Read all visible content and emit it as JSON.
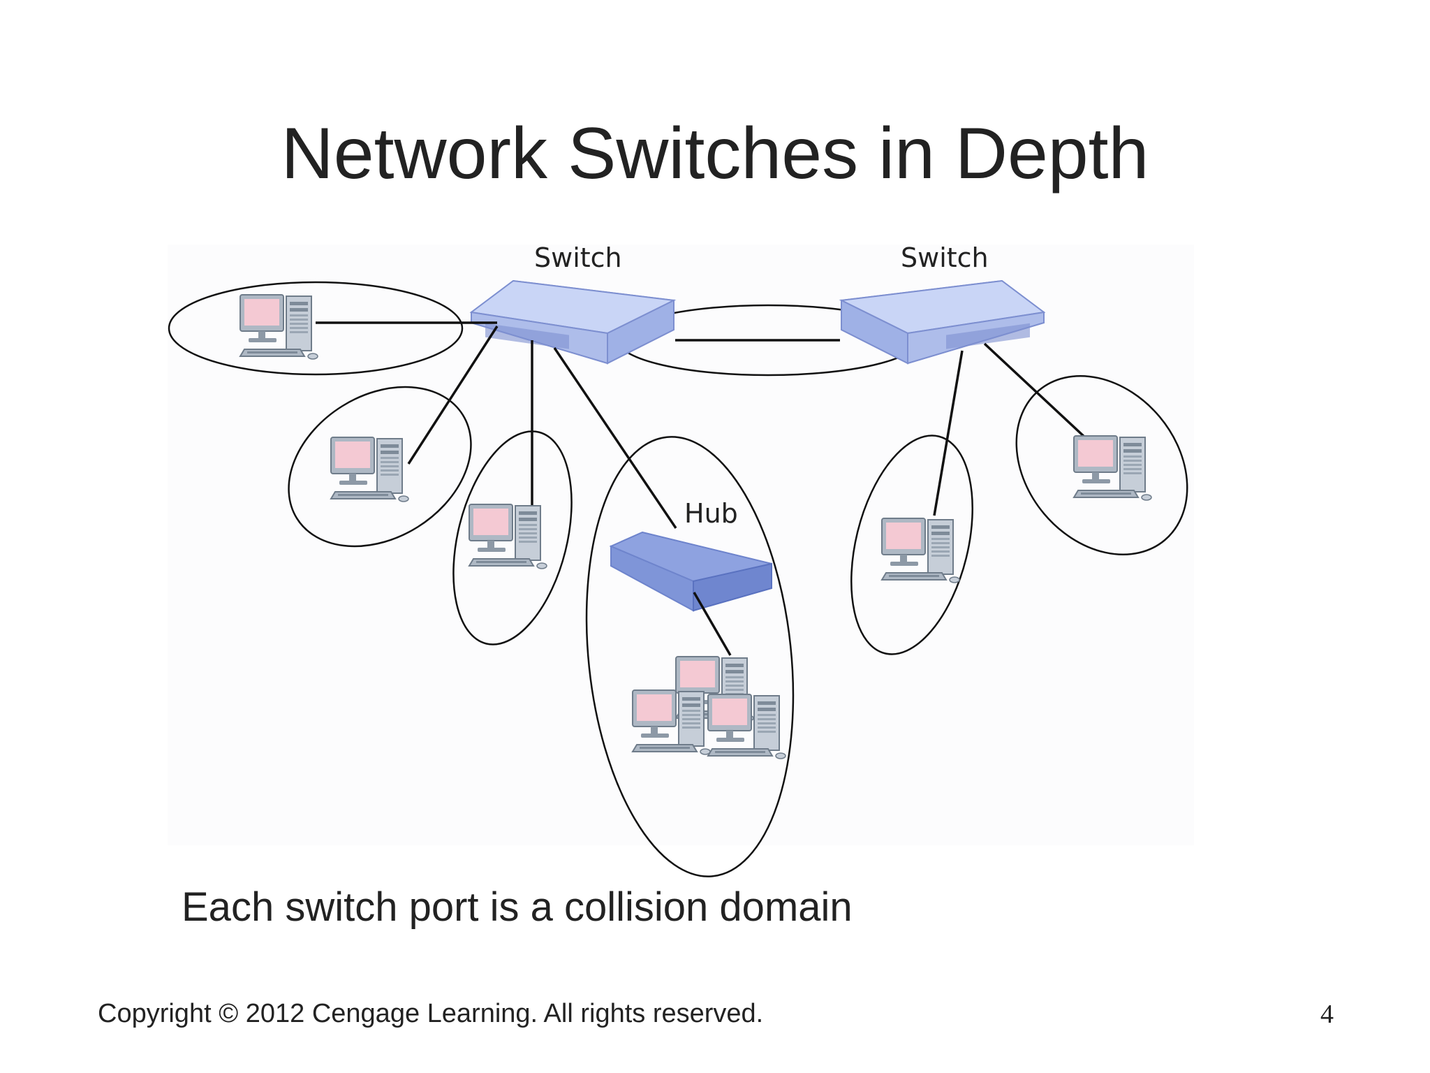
{
  "slide": {
    "title": "Network Switches in Depth",
    "caption": "Each switch port is a collision domain",
    "footer": "Copyright © 2012 Cengage Learning. All rights reserved.",
    "page_number": "4"
  },
  "diagram": {
    "labels": {
      "switch_left": "Switch",
      "switch_right": "Switch",
      "hub": "Hub"
    },
    "colors": {
      "device_blue": "#a9b9ea",
      "device_dark": "#6e84cc",
      "screen_pink": "#f2c6d0",
      "computer_gray": "#c9d2dc",
      "line": "#111111"
    },
    "icons": [
      "switch-icon",
      "hub-icon",
      "computer-icon"
    ]
  }
}
